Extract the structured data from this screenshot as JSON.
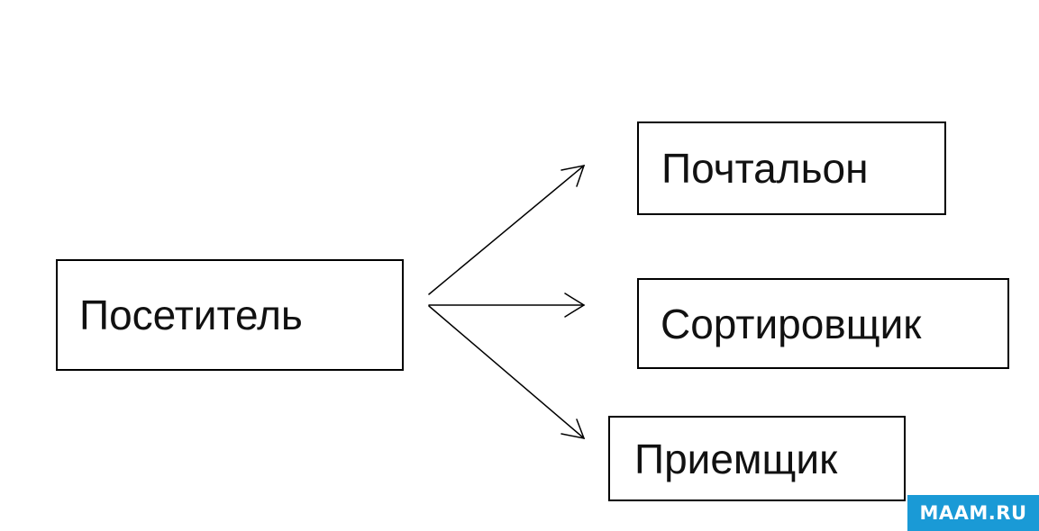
{
  "diagram": {
    "source": {
      "label": "Посетитель"
    },
    "targets": [
      {
        "label": "Почтальон"
      },
      {
        "label": "Сортировщик"
      },
      {
        "label": "Приемщик"
      }
    ],
    "stroke_color": "#000000",
    "background_color": "#ffffff"
  },
  "watermark": {
    "text": "MAAM.RU",
    "color": "#1a9ad6"
  }
}
